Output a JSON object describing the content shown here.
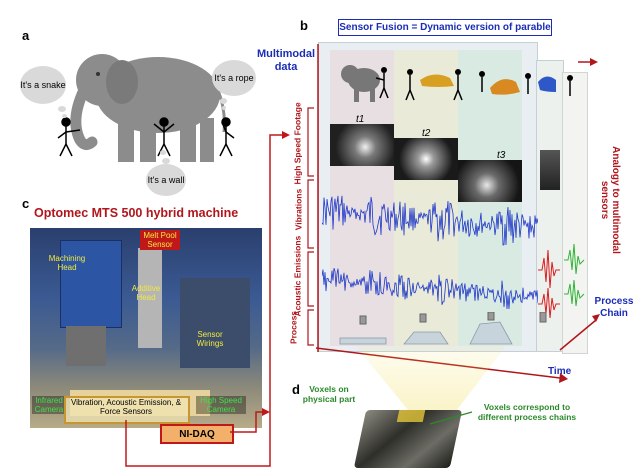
{
  "panels": {
    "a": "a",
    "b": "b",
    "c": "c",
    "d": "d"
  },
  "panel_a": {
    "bubbles": [
      "It's a snake",
      "It's a rope",
      "It's a wall"
    ]
  },
  "panel_b": {
    "banner": "Sensor Fusion = Dynamic version of parable",
    "multimodal_label": "Multimodal data",
    "row_labels": [
      "High Speed Footage",
      "Vibrations",
      "Acoustic Emissions",
      "Process"
    ],
    "times": [
      "t1",
      "t2",
      "t3"
    ],
    "analogy": "Analogy to multimodal sensors",
    "process_chain": "Process Chain",
    "time_label": "Time"
  },
  "panel_c": {
    "title": "Optomec MTS 500 hybrid machine",
    "labels": {
      "machining_head": "Machining Head",
      "melt_pool": "Melt Pool Sensor",
      "additive_head": "Additive Head",
      "sensor_wirings": "Sensor Wirings",
      "infrared": "Infrared Camera",
      "force_box": "Vibration, Acoustic Emission, & Force Sensors",
      "high_speed": "High Speed Camera",
      "daq": "NI-DAQ"
    }
  },
  "panel_d": {
    "voxels_on": "Voxels on physical part",
    "voxels_correspond": "Voxels correspond to different process chains"
  },
  "colors": {
    "red": "#b0161b",
    "blue": "#1b2db5",
    "daq_fill": "#f3b06a"
  }
}
